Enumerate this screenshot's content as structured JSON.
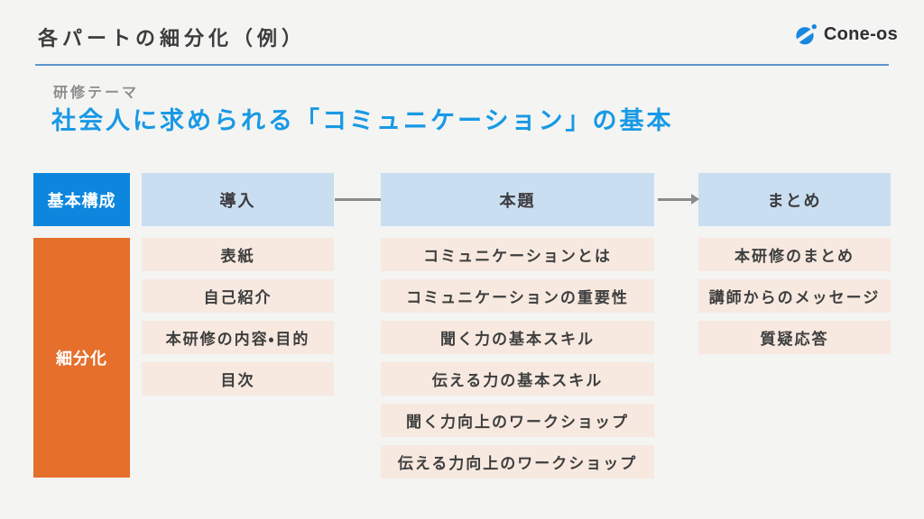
{
  "header": {
    "title": "各パートの細分化（例）",
    "logo_text": "Cone-os",
    "logo_icon": "cone-os-circle-slash-icon"
  },
  "theme": {
    "label": "研修テーマ",
    "title": "社会人に求められる「コミュニケーション」の基本"
  },
  "rows": {
    "structure_label": "基本構成",
    "breakdown_label": "細分化"
  },
  "columns": [
    {
      "header": "導入",
      "items": [
        "表紙",
        "自己紹介",
        "本研修の内容・目的",
        "目次"
      ]
    },
    {
      "header": "本題",
      "items": [
        "コミュニケーションとは",
        "コミュニケーションの重要性",
        "聞く力の基本スキル",
        "伝える力の基本スキル",
        "聞く力向上のワークショップ",
        "伝える力向上のワークショップ"
      ]
    },
    {
      "header": "まとめ",
      "items": [
        "本研修のまとめ",
        "講師からのメッセージ",
        "質疑応答"
      ]
    }
  ],
  "colors": {
    "background": "#f4f4f2",
    "title_text": "#3d3d3d",
    "divider_blue": "#5e95d1",
    "theme_label_gray": "#8d8d8d",
    "theme_title_blue": "#1899e5",
    "structure_box_blue": "#0d87dd",
    "breakdown_box_orange": "#e56f2b",
    "column_header_blue": "#c9def0",
    "item_box_pink": "#f7e9e0",
    "item_text": "#3e3e3e",
    "connector_gray": "#8b8b8b",
    "logo_blue": "#1788e0"
  }
}
